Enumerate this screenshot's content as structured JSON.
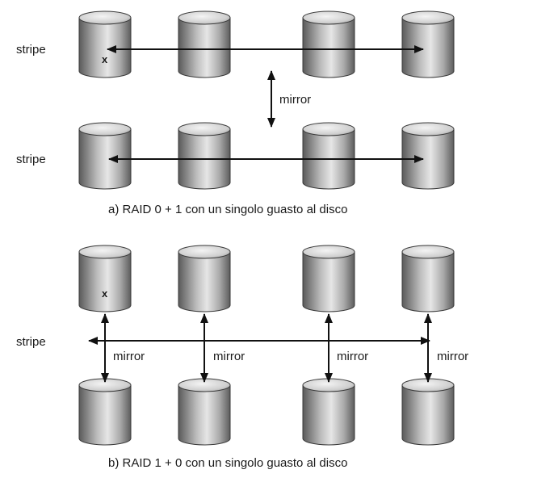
{
  "diagram_a": {
    "caption": "a) RAID 0 + 1 con un singolo guasto al disco",
    "top_row_label": "stripe",
    "bottom_row_label": "stripe",
    "mirror_label": "mirror",
    "failed_disk_mark": "x"
  },
  "diagram_b": {
    "caption": "b) RAID 1 + 0 con un singolo guasto al disco",
    "stripe_label": "stripe",
    "mirror_labels": [
      "mirror",
      "mirror",
      "mirror",
      "mirror"
    ],
    "failed_disk_mark": "x"
  },
  "colors": {
    "disk_dark": "#4a4a4a",
    "disk_light": "#e8e8e8",
    "arrow": "#111111",
    "text": "#1a1a1a"
  }
}
